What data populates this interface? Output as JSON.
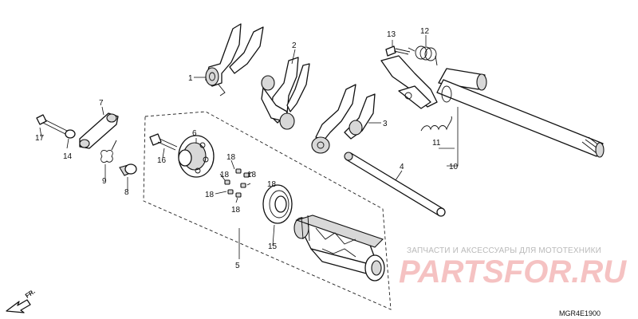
{
  "diagram": {
    "callouts": [
      {
        "id": "c1",
        "label": "1"
      },
      {
        "id": "c2",
        "label": "2"
      },
      {
        "id": "c3",
        "label": "3"
      },
      {
        "id": "c4",
        "label": "4"
      },
      {
        "id": "c5",
        "label": "5"
      },
      {
        "id": "c6",
        "label": "6"
      },
      {
        "id": "c7",
        "label": "7"
      },
      {
        "id": "c8",
        "label": "8"
      },
      {
        "id": "c9",
        "label": "9"
      },
      {
        "id": "c10",
        "label": "10"
      },
      {
        "id": "c11",
        "label": "11"
      },
      {
        "id": "c12",
        "label": "12"
      },
      {
        "id": "c13",
        "label": "13"
      },
      {
        "id": "c14",
        "label": "14"
      },
      {
        "id": "c15",
        "label": "15"
      },
      {
        "id": "c16",
        "label": "16"
      },
      {
        "id": "c17",
        "label": "17"
      },
      {
        "id": "c18a",
        "label": "18"
      },
      {
        "id": "c18b",
        "label": "18"
      },
      {
        "id": "c18c",
        "label": "18"
      },
      {
        "id": "c18d",
        "label": "18"
      },
      {
        "id": "c18e",
        "label": "18"
      },
      {
        "id": "c18f",
        "label": "18"
      }
    ],
    "direction_label": "FR.",
    "diagram_code": "MGR4E1900"
  },
  "watermark": {
    "text": "ЗАПЧАСТИ И АКСЕССУАРЫ ДЛЯ МОТОТЕХНИКИ",
    "logo": "PARTSFOR.RU",
    "color": "#e04040"
  }
}
